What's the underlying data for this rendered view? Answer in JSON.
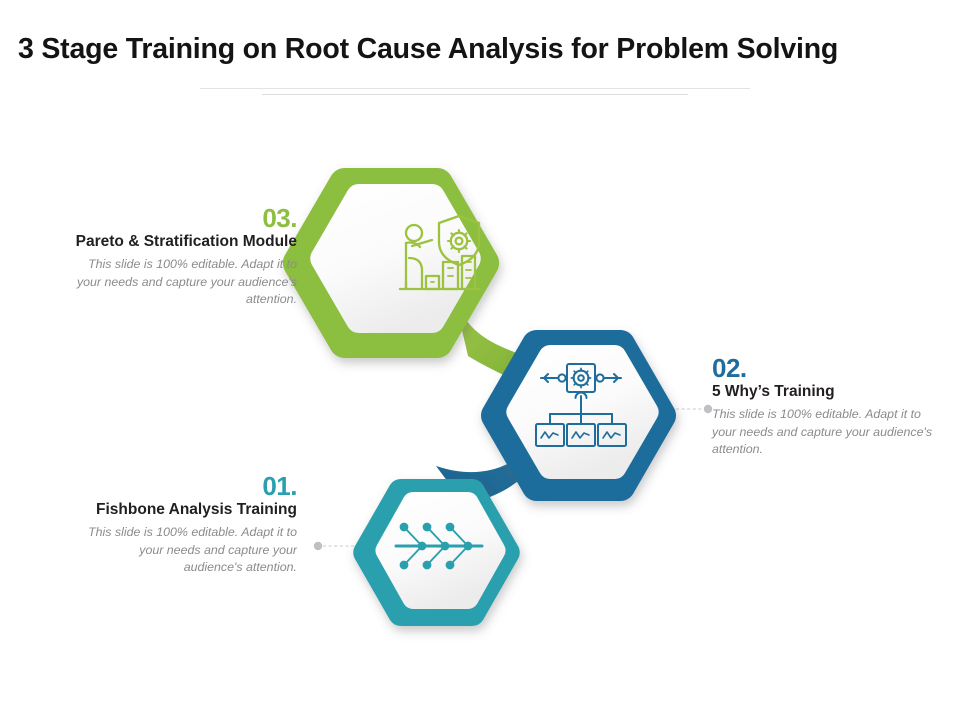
{
  "slide": {
    "title": "3 Stage Training on Root Cause Analysis for Problem Solving"
  },
  "stages": [
    {
      "number": "03.",
      "heading": "Pareto & Stratification Module",
      "body": "This slide is 100% editable. Adapt it to your needs and capture your audience's attention.",
      "color": "#8cbe3f",
      "icon": "person-shield-gear-chart-icon",
      "align": "right"
    },
    {
      "number": "02.",
      "heading": "5 Why’s Training",
      "body": "This slide is 100% editable. Adapt it to your needs and capture your audience's attention.",
      "color": "#1f6d9c",
      "icon": "hierarchy-gear-icon",
      "align": "left"
    },
    {
      "number": "01.",
      "heading": "Fishbone Analysis Training",
      "body": "This slide is 100% editable. Adapt it to your needs and capture your audience's attention.",
      "color": "#2aa0ae",
      "icon": "fishbone-diagram-icon",
      "align": "right"
    }
  ],
  "colors": {
    "green": "#8cbe3f",
    "blue": "#1f6d9c",
    "teal": "#2aa0ae",
    "connector_line": "#c9c9cd",
    "connector_dot": "#bfbfc4",
    "divider": "#e3e3e5",
    "title": "#141414",
    "body_text": "#8b8b8f"
  }
}
